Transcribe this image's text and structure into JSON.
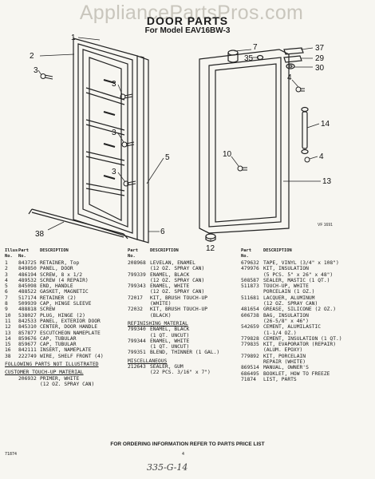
{
  "watermark": "AppliancePartsPros.com",
  "title": "DOOR PARTS",
  "subtitle": "For Model EAV16BW-3",
  "figure_code": "VF 1691",
  "callouts": [
    "1",
    "2",
    "3",
    "3",
    "3",
    "3",
    "5",
    "6",
    "37",
    "7",
    "35",
    "29",
    "30",
    "38",
    "12",
    "10",
    "4",
    "14",
    "4",
    "13"
  ],
  "table_headers": {
    "ills": "Illus.\nNo.",
    "part": "Part\nNo.",
    "desc": "DESCRIPTION"
  },
  "col1": [
    [
      "1",
      "843725",
      "RETAINER, Top"
    ],
    [
      "2",
      "849850",
      "PANEL, DOOR"
    ],
    [
      "3",
      "486194",
      "SCREW, 8 x 1/2"
    ],
    [
      "4",
      "489532",
      "SCREW (4 REPAIR)"
    ],
    [
      "5",
      "845098",
      "END, HANDLE"
    ],
    [
      "6",
      "488522",
      "GASKET, MAGNETIC"
    ],
    [
      "7",
      "517174",
      "RETAINER (2)"
    ],
    [
      "8",
      "509939",
      "CAP, HINGE SLEEVE"
    ],
    [
      "9",
      "488818",
      "SCREW"
    ],
    [
      "10",
      "538027",
      "PLUG, HINGE (2)"
    ],
    [
      "11",
      "842533",
      "PANEL, EXTERIOR DOOR"
    ],
    [
      "12",
      "845310",
      "CENTER, DOOR HANDLE"
    ],
    [
      "13",
      "857877",
      "ESCUTCHEON NAMEPLATE"
    ],
    [
      "14",
      "859676",
      "CAP, TUBULAR"
    ],
    [
      "15",
      "859677",
      "CAP, TUBULAR"
    ],
    [
      "16",
      "842111",
      "INSERT, NAMEPLATE"
    ],
    [
      "38",
      "222749",
      "WIRE, SHELF FRONT (4)"
    ]
  ],
  "col1_sub1": "FOLLOWING PARTS NOT ILLUSTRATED",
  "col1_sub2": "CUSTOMER TOUCH-UP MATERIAL",
  "col1_extra": [
    [
      "",
      "206932",
      "PRIMER, WHITE\n(12 OZ. SPRAY CAN)"
    ]
  ],
  "col2": [
    [
      "208968",
      "LEVELAN, ENAMEL\n(12 OZ. SPRAY CAN)"
    ],
    [
      "799339",
      "ENAMEL, BLACK\n(12 OZ. SPRAY CAN)"
    ],
    [
      "799343",
      "ENAMEL, WHITE\n(12 OZ. SPRAY CAN)"
    ],
    [
      "72017",
      "KIT, BRUSH TOUCH-UP\n(WHITE)"
    ],
    [
      "72032",
      "KIT, BRUSH TOUCH-UP\n(BLACK)"
    ]
  ],
  "col2_sub1": "REFINISHING MATERIAL",
  "col2_extra": [
    [
      "799340",
      "ENAMEL, BLACK\n(1 QT. UNCUT)"
    ],
    [
      "799344",
      "ENAMEL, WHITE\n(1 QT. UNCUT)"
    ],
    [
      "799351",
      "BLEND, THINNER (1 GAL.)"
    ]
  ],
  "col2_sub2": "MISCELLANEOUS",
  "col2_misc": [
    [
      "212643",
      "SEALER, GUM\n(22 PCS. 3/16\" x 7\")"
    ]
  ],
  "col3": [
    [
      "679632",
      "TAPE, VINYL (3/4\" x 108\")"
    ],
    [
      "479976",
      "KIT, INSULATION\n(5 PCS. 5\" x 26\" x 48\")"
    ],
    [
      "508587",
      "SEALER, MASTIC (1 QT.)"
    ],
    [
      "511873",
      "TOUCH-UP, WHITE\nPORCELAIN (1 OZ.)"
    ],
    [
      "511681",
      "LACQUER, ALUMINUM\n(12 OZ. SPRAY CAN)"
    ],
    [
      "481654",
      "GREASE, SILICONE (2 OZ.)"
    ],
    [
      "606738",
      "BAG, INSULATION\n(26-5/8\" x 46\")"
    ],
    [
      "542659",
      "CEMENT, ALUMILASTIC\n(1-1/4 OZ.)"
    ],
    [
      "779828",
      "CEMENT, INSULATION (1 QT.)"
    ],
    [
      "779835",
      "KIT, EVAPORATOR (REPAIR)\n(ALUM. EPOXY)"
    ],
    [
      "779892",
      "KIT, PORCELAIN\nREPAIR (WHITE)"
    ],
    [
      "869514",
      "MANUAL, OWNER'S"
    ],
    [
      "686495",
      "BOOKLET, HOW TO FREEZE"
    ],
    [
      "71874",
      "LIST, PARTS"
    ]
  ],
  "footer": "FOR ORDERING INFORMATION REFER TO PARTS PRICE LIST",
  "page_code": "71874",
  "page_num": "4",
  "handwritten": "335-G-14"
}
